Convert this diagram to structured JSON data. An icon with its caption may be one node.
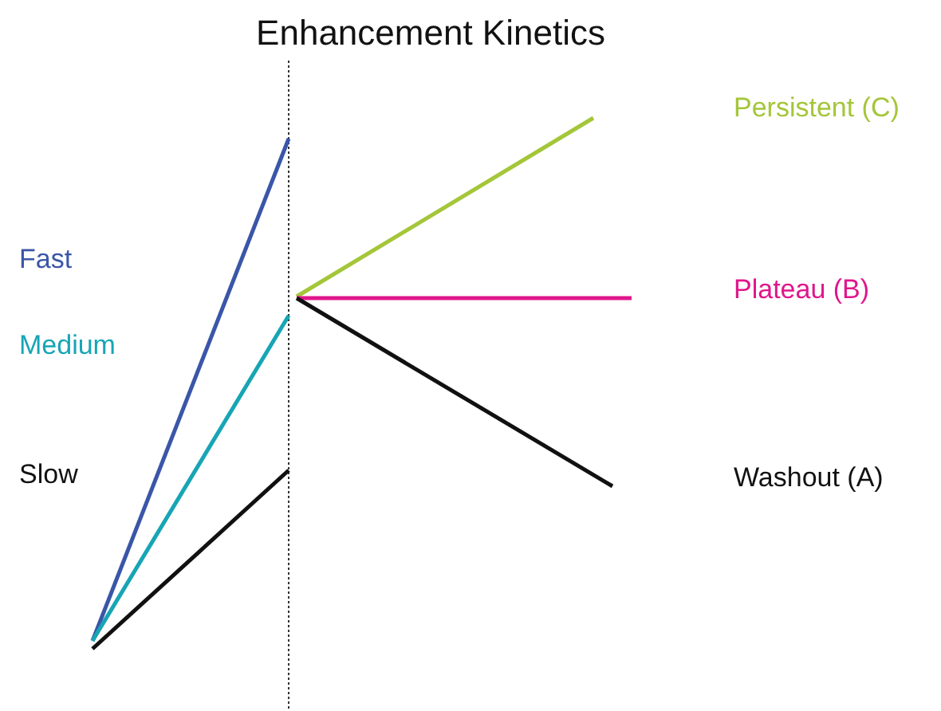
{
  "diagram": {
    "title": "Enhancement Kinetics",
    "labels": [
      "Persistent (C)",
      "Fast",
      "Plateau (B)",
      "Medium",
      "Slow",
      "Washout (A)"
    ]
  }
}
